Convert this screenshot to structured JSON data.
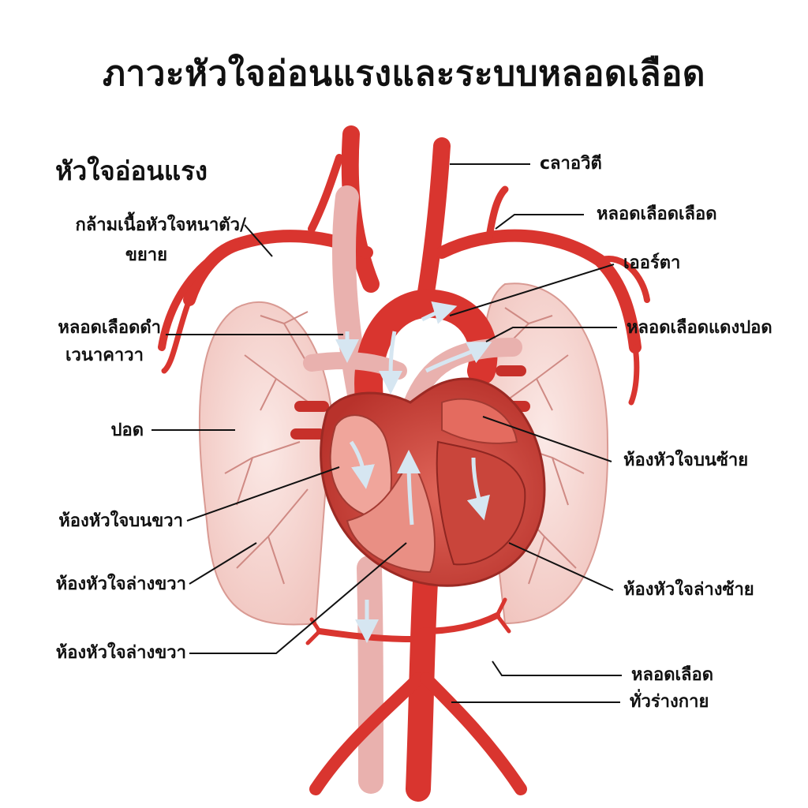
{
  "title": "ภาวะหัวใจอ่อนแรงและระบบหลอดเลือด",
  "subtitle": "หัวใจอ่อนแรง",
  "labels": {
    "myocardium": "กล้ามเนื้อหัวใจหนาตัว/",
    "myocardium_2": "ขยาย",
    "vena_cava": "หลอดเลือดดำ",
    "vena_cava_2": "เวนาคาวา",
    "lung": "ปอด",
    "right_atrium": "ห้องหัวใจบนขวา",
    "right_ventricle": "ห้องหัวใจล่างขวา",
    "right_ventricle_b": "ห้องหัวใจล่างขวา",
    "carotid": "cลาอวิตี",
    "subclavian": "หลอดเลือดเลือด",
    "aorta": "เออร์ตา",
    "pulmonary_artery": "หลอดเลือดแดงปอด",
    "left_atrium": "ห้องหัวใจบนซ้าย",
    "left_ventricle": "ห้องหัวใจล่างซ้าย",
    "systemic": "หลอดเลือด",
    "systemic_2": "ทั่วร่างกาย"
  },
  "colors": {
    "artery": "#d9352f",
    "artery_dark": "#a8201c",
    "vein": "#e9b1ae",
    "lung_fill": "#f7dcd8",
    "lung_line": "#cf8a84",
    "heart": "#cf4a3e",
    "arrow": "#cfe1ee"
  }
}
